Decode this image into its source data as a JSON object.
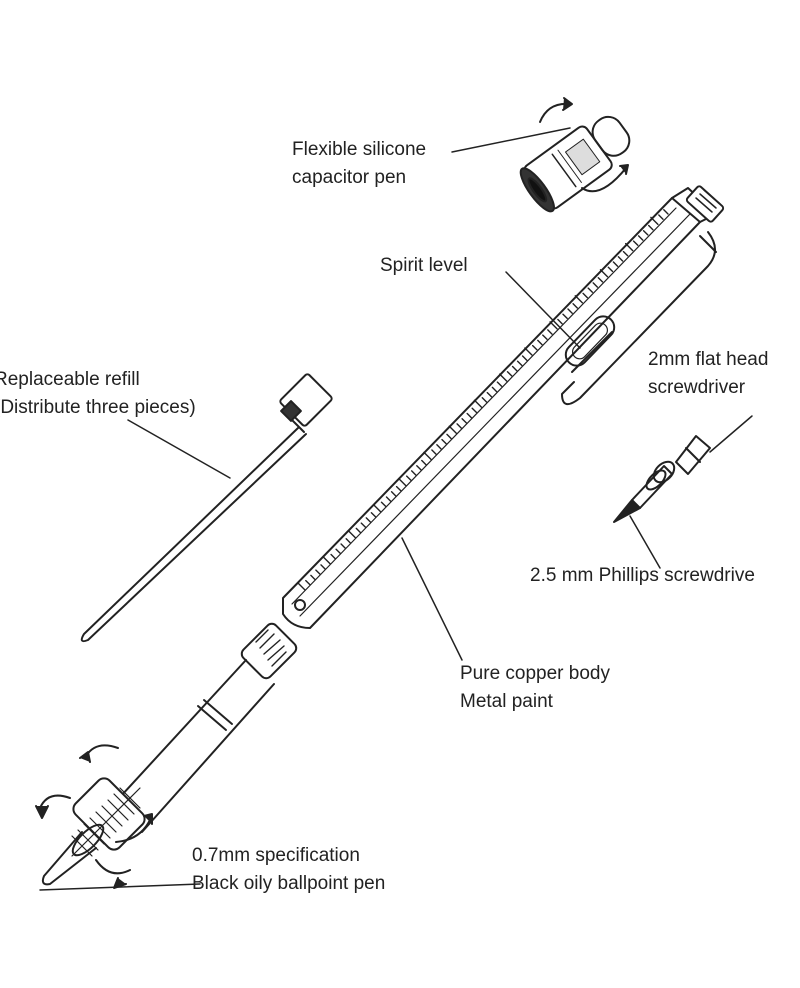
{
  "colors": {
    "line": "#222222",
    "background": "#ffffff"
  },
  "labels": {
    "capacitor": [
      "Flexible silicone",
      "capacitor pen"
    ],
    "spirit_level": [
      "Spirit level"
    ],
    "refill": [
      "Replaceable refill",
      "(Distribute three pieces)"
    ],
    "flat_head": [
      "2mm flat head",
      "screwdriver"
    ],
    "phillips": [
      "2.5 mm Phillips screwdrive"
    ],
    "body": [
      "Pure copper body",
      "Metal paint"
    ],
    "tip": [
      "0.7mm specification",
      "Black oily ballpoint pen"
    ]
  }
}
